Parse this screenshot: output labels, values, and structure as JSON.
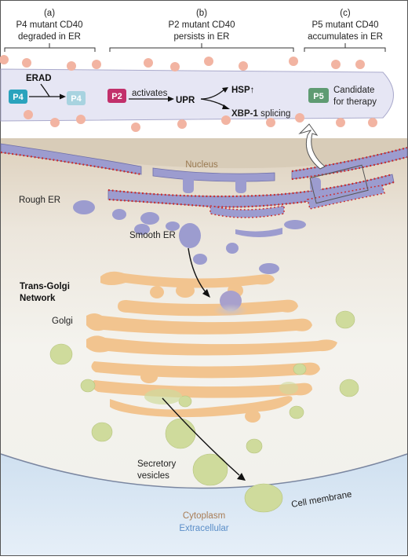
{
  "panel_a": {
    "letter": "(a)",
    "line1": "P4 mutant CD40",
    "line2": "degraded in ER"
  },
  "panel_b": {
    "letter": "(b)",
    "line1": "P2 mutant CD40",
    "line2": "persists in ER"
  },
  "panel_c": {
    "letter": "(c)",
    "line1": "P5 mutant CD40",
    "line2": "accumulates in ER"
  },
  "mutants": {
    "p4": "P4",
    "p4_faded": "P4",
    "p2": "P2",
    "p5": "P5"
  },
  "pathway": {
    "erad": "ERAD",
    "activates": "activates",
    "upr": "UPR",
    "hsp": "HSP",
    "hsp_arrow": "↑",
    "xbp1": "XBP-1",
    "splicing": " splicing",
    "candidate_line1": "Candidate",
    "candidate_line2": "for therapy"
  },
  "labels": {
    "nucleus": "Nucleus",
    "rough_er": "Rough ER",
    "smooth_er": "Smooth ER",
    "tgn_line1": "Trans-Golgi",
    "tgn_line2": "Network",
    "golgi": "Golgi",
    "secretory_line1": "Secretory",
    "secretory_line2": "vesicles",
    "cell_membrane": "Cell membrane",
    "cytoplasm": "Cytoplasm",
    "extracellular": "Extracellular"
  },
  "colors": {
    "p4": "#2aa3bd",
    "p4_faded": "#a8d3e0",
    "p2": "#c2306b",
    "p5": "#5f9b72",
    "er": "#9c9ccf",
    "golgi": "#f2c48f",
    "vesicle": "#cfdb9c",
    "ribosome": "#cc2a2a",
    "er_band": "#e6e6f4",
    "dots": "#f2b4a2",
    "nucleus_text": "#9a7a52",
    "cytoplasm_text": "#a87c55",
    "extracellular_text": "#5b8ec8"
  }
}
